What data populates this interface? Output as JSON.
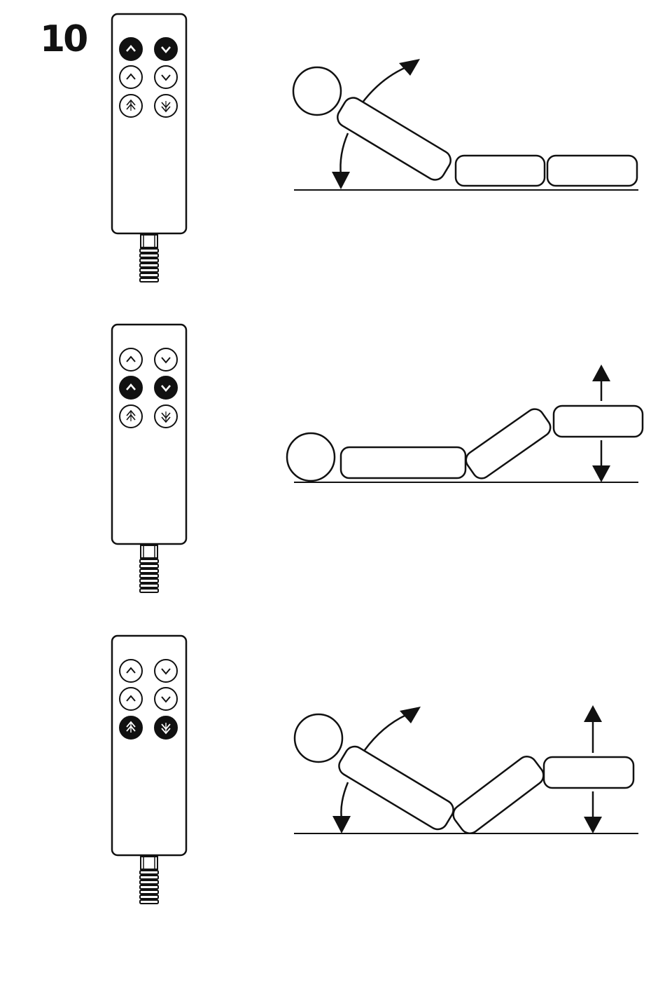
{
  "step": {
    "number": "10"
  },
  "colors": {
    "ink": "#111111",
    "paper": "#ffffff"
  },
  "rows": [
    {
      "name": "backrest",
      "active_button_pair": "back-up-down",
      "moving_sections": [
        "backrest"
      ]
    },
    {
      "name": "legrest",
      "active_button_pair": "legs-up-down",
      "moving_sections": [
        "legrest"
      ]
    },
    {
      "name": "both",
      "active_button_pair": "all-up-down",
      "moving_sections": [
        "backrest",
        "legrest"
      ]
    }
  ],
  "icons": {
    "up": "chevron-up-icon",
    "down": "chevron-down-icon",
    "all_up": "double-chevron-up-icon",
    "all_down": "double-chevron-down-icon",
    "motion": "curved-arrow-icon"
  }
}
